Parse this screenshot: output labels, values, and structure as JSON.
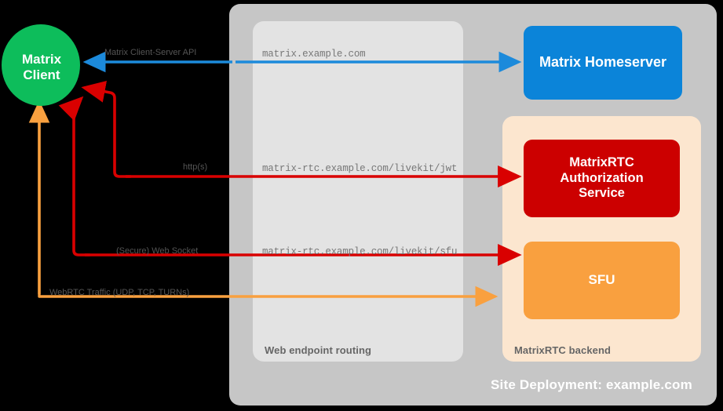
{
  "diagram": {
    "site_caption": "Site Deployment: example.com",
    "panels": [
      {
        "key": "web_routing",
        "caption": "Web endpoint routing"
      },
      {
        "key": "rtc_backend",
        "caption": "MatrixRTC backend"
      }
    ],
    "nodes": {
      "client": {
        "label_line1": "Matrix",
        "label_line2": "Client",
        "color": "#0DBD5B"
      },
      "homeserver": {
        "label": "Matrix Homeserver",
        "color": "#0B84D9"
      },
      "auth_service": {
        "label_line1": "MatrixRTC",
        "label_line2": "Authorization",
        "label_line3": "Service",
        "color": "#CC0000"
      },
      "sfu": {
        "label": "SFU",
        "color": "#F9A03F"
      }
    },
    "flows": [
      {
        "key": "cs_api",
        "protocol_label": "Matrix Client-Server API",
        "endpoint": "matrix.example.com",
        "color": "#1C8ADB"
      },
      {
        "key": "jwt",
        "protocol_label": "http(s)",
        "endpoint": "matrix-rtc.example.com/livekit/jwt",
        "color": "#D90000"
      },
      {
        "key": "websocket",
        "protocol_label": "(Secure) Web Socket",
        "endpoint": "matrix-rtc.example.com/livekit/sfu",
        "color": "#D90000"
      },
      {
        "key": "webrtc",
        "protocol_label": "WebRTC Traffic (UDP, TCP, TURNs)",
        "endpoint": "",
        "color": "#F9A03F"
      }
    ],
    "colors": {
      "outer_container": "#C6C6C6",
      "inner_panel": "#E3E3E3",
      "backend_panel": "#FCE6CF",
      "background": "#000000"
    }
  }
}
